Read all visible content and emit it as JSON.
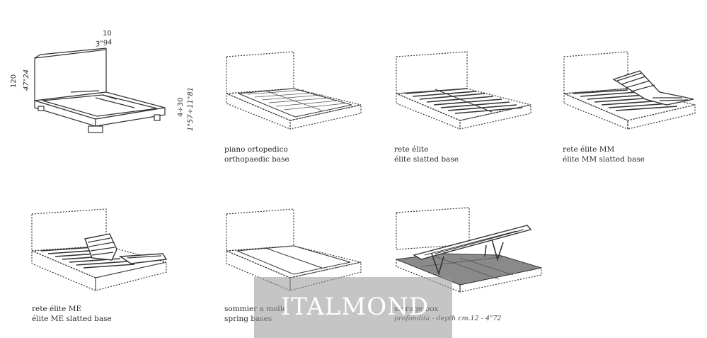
{
  "dimensions": {
    "top_number": "10",
    "top_inch": "3\"94",
    "left_number": "120",
    "left_inch": "47\"24",
    "right_number": "4÷30",
    "right_inch": "1\"57÷11\"81"
  },
  "bases": [
    {
      "name": "piano ortopedico",
      "desc": "orthopaedic base"
    },
    {
      "name": "rete élite",
      "desc": "élite slatted base"
    },
    {
      "name": "rete élite MM",
      "desc": "élite MM slatted base"
    },
    {
      "name": "rete élite ME",
      "desc": "élite ME slatted base"
    },
    {
      "name": "sommier a molle",
      "desc": "spring bases"
    },
    {
      "name": "storage box",
      "desc": "profondità - depth cm.12 - 4\"72"
    }
  ],
  "watermark": "ITALMOND",
  "icons": [
    "bed-dimension-drawing",
    "orthopaedic-base-icon",
    "slatted-base-icon",
    "slatted-mm-base-icon",
    "slatted-me-base-icon",
    "spring-base-icon",
    "storage-box-icon"
  ]
}
